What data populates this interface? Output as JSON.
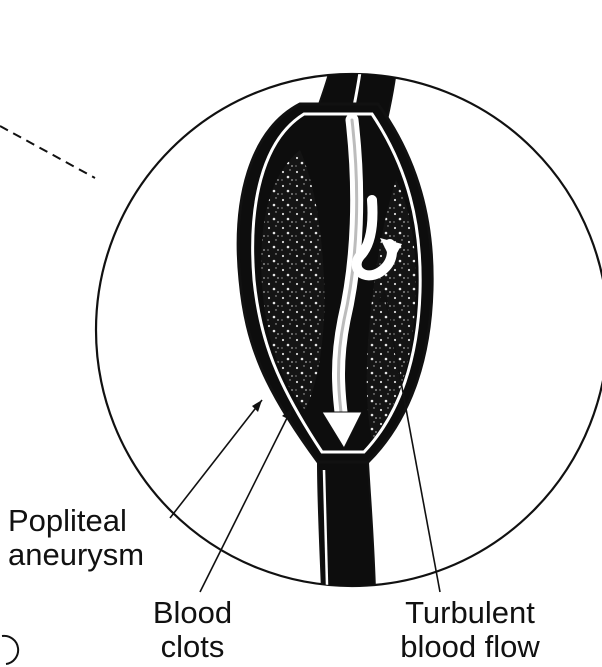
{
  "labels": {
    "popliteal_aneurysm": {
      "line1": "Popliteal",
      "line2": "aneurysm"
    },
    "blood_clots": {
      "line1": "Blood",
      "line2": "clots"
    },
    "turbulent_flow": {
      "line1": "Turbulent",
      "line2": "blood flow"
    }
  },
  "colors": {
    "ink": "#111111",
    "vessel": "#0d0d0d",
    "highlight": "#ffffff",
    "background": "#ffffff"
  }
}
